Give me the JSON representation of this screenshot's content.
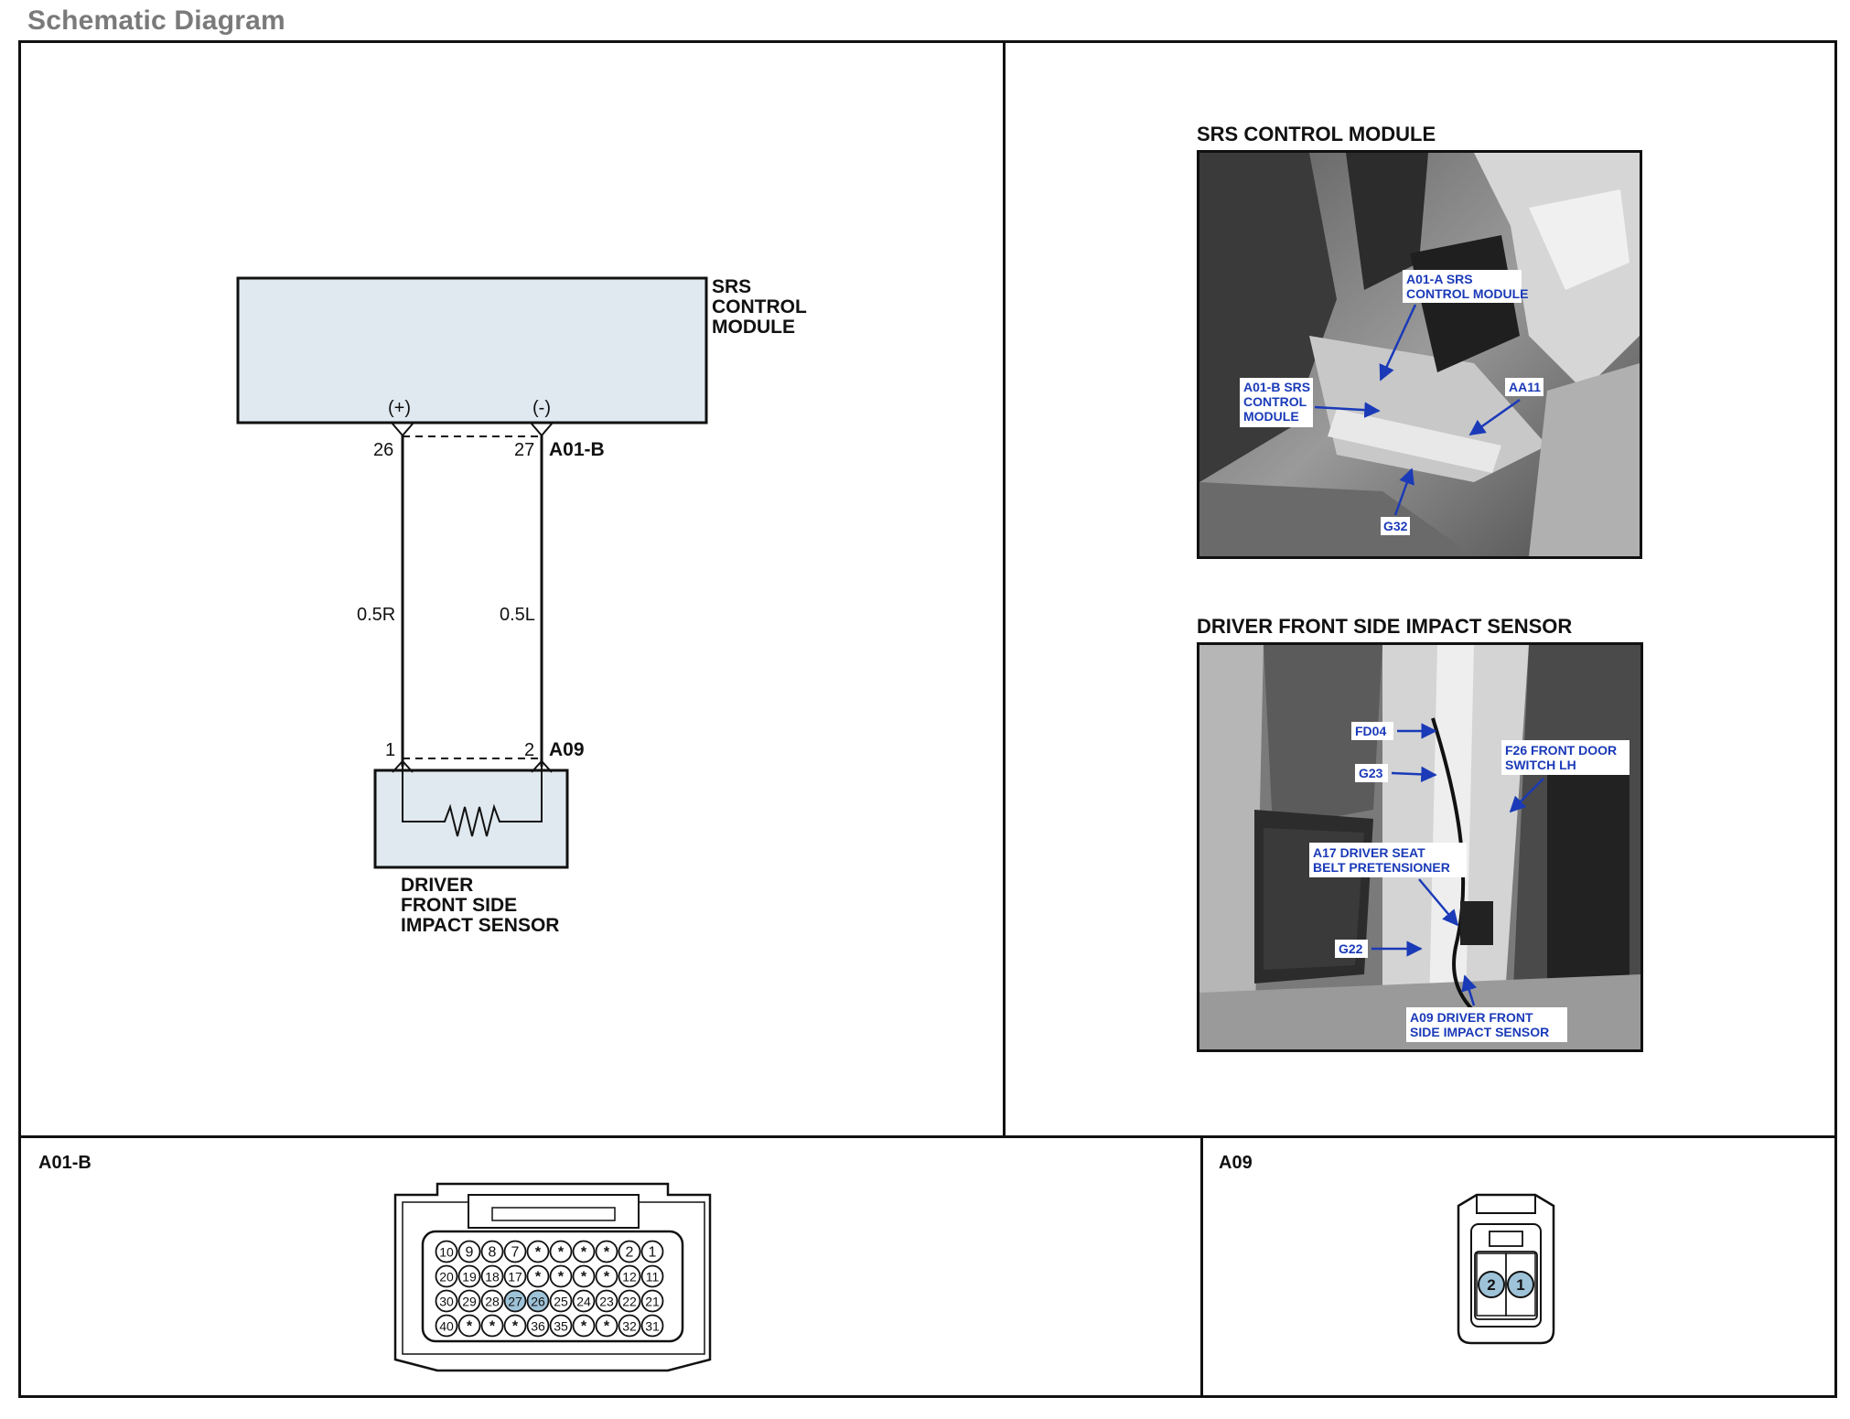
{
  "page": {
    "title": "Schematic Diagram"
  },
  "schematic": {
    "module_label": [
      "SRS",
      "CONTROL",
      "MODULE"
    ],
    "plus": "(+)",
    "minus": "(-)",
    "pin_left": "26",
    "pin_right": "27",
    "connector_top": "A01-B",
    "wire_left": "0.5R",
    "wire_right": "0.5L",
    "pin_bottom_left": "1",
    "pin_bottom_right": "2",
    "connector_bottom": "A09",
    "sensor_label": [
      "DRIVER",
      "FRONT SIDE",
      "IMPACT SENSOR"
    ]
  },
  "photos": [
    {
      "title": "SRS CONTROL MODULE",
      "callouts": [
        {
          "lines": [
            "A01-A SRS",
            "CONTROL MODULE"
          ]
        },
        {
          "lines": [
            "A01-B SRS",
            "CONTROL",
            "MODULE"
          ]
        },
        {
          "lines": [
            "AA11"
          ]
        },
        {
          "lines": [
            "G32"
          ]
        }
      ]
    },
    {
      "title": "DRIVER FRONT SIDE IMPACT SENSOR",
      "callouts": [
        {
          "lines": [
            "FD04"
          ]
        },
        {
          "lines": [
            "G23"
          ]
        },
        {
          "lines": [
            "F26 FRONT DOOR",
            "SWITCH LH"
          ]
        },
        {
          "lines": [
            "A17 DRIVER SEAT",
            "BELT PRETENSIONER"
          ]
        },
        {
          "lines": [
            "G22"
          ]
        },
        {
          "lines": [
            "A09 DRIVER FRONT",
            "SIDE IMPACT SENSOR"
          ]
        }
      ]
    }
  ],
  "connectors": {
    "a01b": {
      "label": "A01-B",
      "rows": [
        [
          "10",
          "9",
          "8",
          "7",
          "*",
          "*",
          "*",
          "*",
          "2",
          "1"
        ],
        [
          "20",
          "19",
          "18",
          "17",
          "*",
          "*",
          "*",
          "*",
          "12",
          "11"
        ],
        [
          "30",
          "29",
          "28",
          "27",
          "26",
          "25",
          "24",
          "23",
          "22",
          "21"
        ],
        [
          "40",
          "*",
          "*",
          "*",
          "36",
          "35",
          "*",
          "*",
          "32",
          "31"
        ]
      ],
      "highlight": [
        "27",
        "26"
      ],
      "highlight_color": "#9ec3d8"
    },
    "a09": {
      "label": "A09",
      "pins": [
        "2",
        "1"
      ],
      "pin_color": "#9ec3d8"
    }
  },
  "colors": {
    "module_fill": "#dfe9ef",
    "callout_text": "#1a3ab8",
    "arrow": "#1a3ab8"
  }
}
